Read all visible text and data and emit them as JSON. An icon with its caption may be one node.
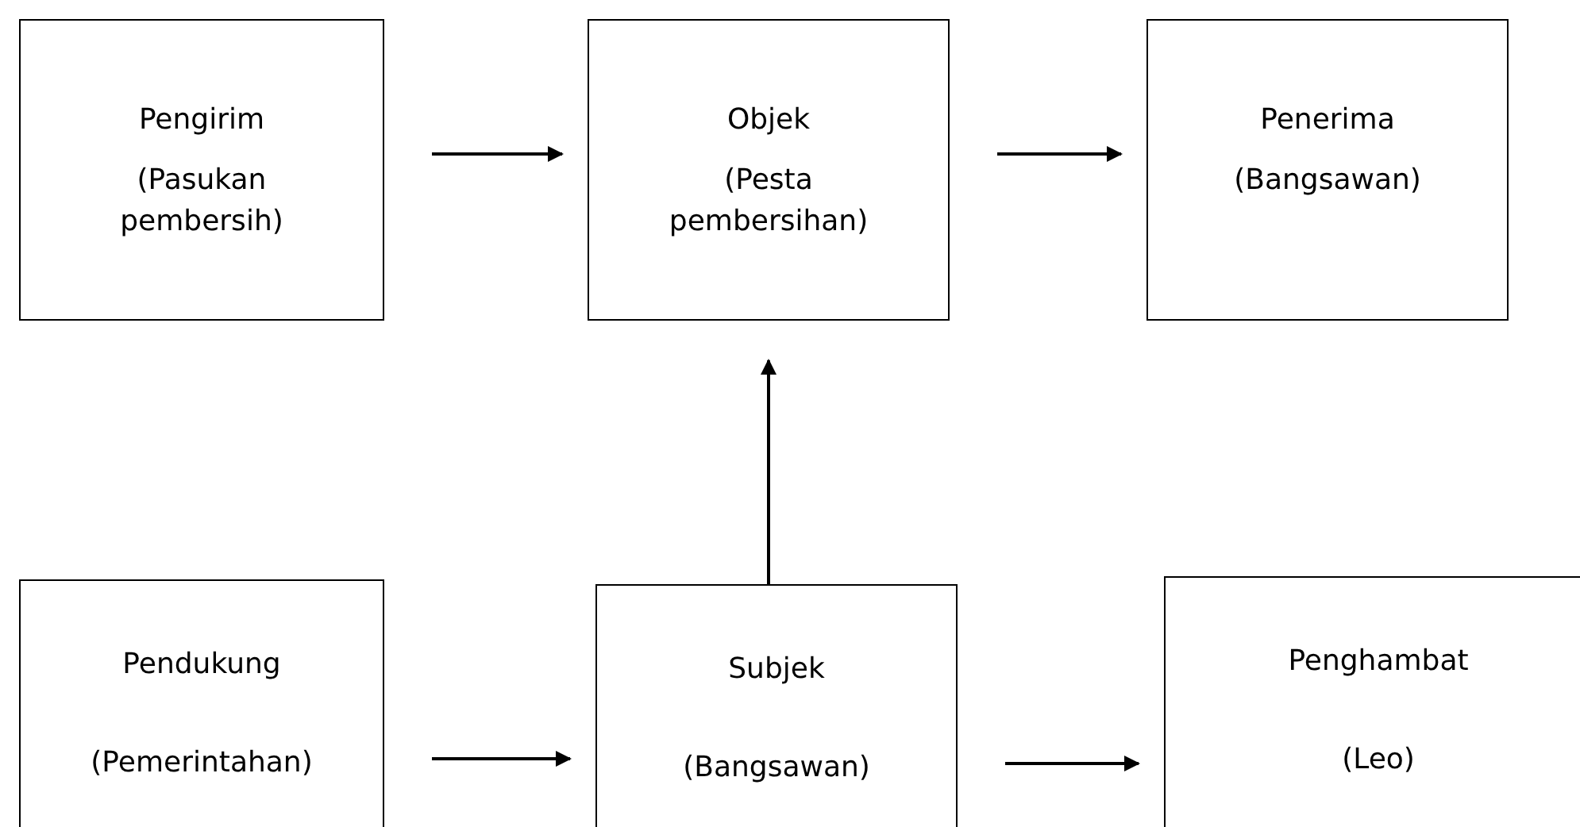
{
  "diagram": {
    "nodes": [
      {
        "text": [
          "Pengirim",
          "(Pasukan pembersih)"
        ]
      },
      {
        "text": [
          "Objek",
          "(Pesta pembersihan)"
        ]
      },
      {
        "text": [
          "Penerima",
          "(Bangsawan)"
        ]
      },
      {
        "text": [
          "Pendukung",
          "(Pemerintahan)"
        ]
      },
      {
        "text": [
          "Subjek",
          "(Bangsawan)"
        ]
      },
      {
        "text": [
          "Penghambat",
          "(Leo)"
        ]
      }
    ],
    "edges": [
      {
        "from": 0,
        "to": 1,
        "arrow": "to"
      },
      {
        "from": 1,
        "to": 2,
        "arrow": "to"
      },
      {
        "from": 4,
        "to": 1,
        "arrow": "to"
      },
      {
        "from": 3,
        "to": 4,
        "arrow": "to"
      },
      {
        "from": 4,
        "to": 5,
        "arrow": "to"
      }
    ]
  }
}
